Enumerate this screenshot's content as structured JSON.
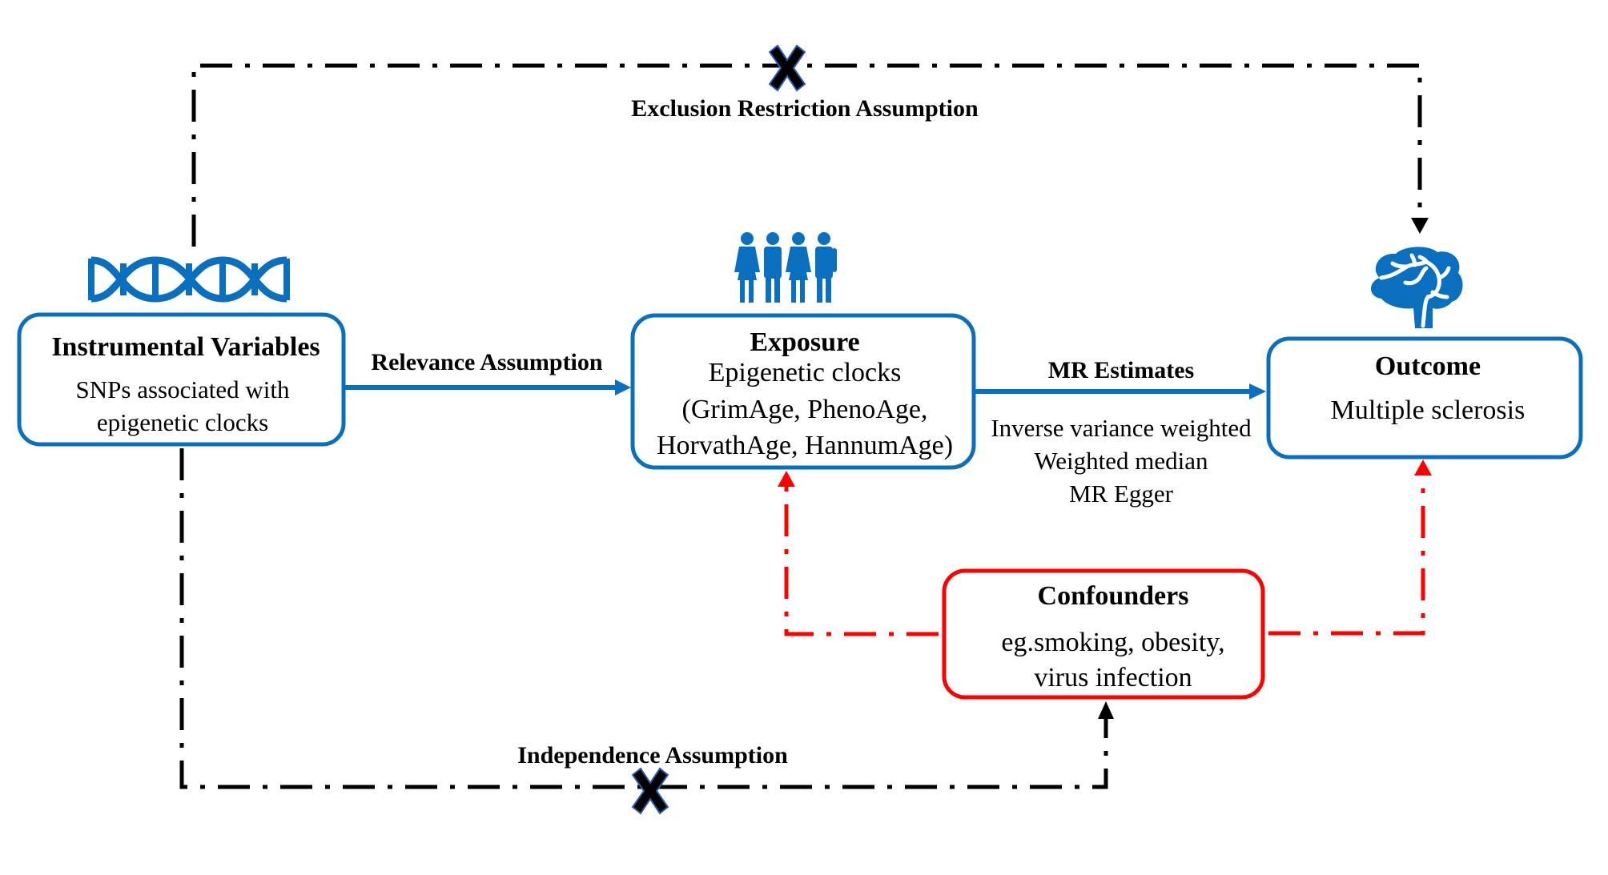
{
  "diagram": {
    "type": "mendelian-randomization-framework",
    "colors": {
      "primary_blue": "#0b6fbf",
      "confounder_red": "#ff0000",
      "assumption_black": "#000000"
    },
    "nodes": {
      "instrumental_variables": {
        "title": "Instrumental Variables",
        "line1": "SNPs associated with",
        "line2": "epigenetic clocks",
        "icon": "dna-icon"
      },
      "exposure": {
        "title": "Exposure",
        "line1": "Epigenetic clocks",
        "line2": "(GrimAge, PhenoAge,",
        "line3": "HorvathAge, HannumAge)",
        "icon": "people-icon"
      },
      "outcome": {
        "title": "Outcome",
        "line1": "Multiple sclerosis",
        "icon": "brain-icon"
      },
      "confounders": {
        "title": "Confounders",
        "line1": "eg.smoking, obesity,",
        "line2": "virus infection"
      }
    },
    "edges": {
      "relevance": {
        "label": "Relevance Assumption",
        "from": "instrumental_variables",
        "to": "exposure",
        "style": "solid-blue"
      },
      "mr_estimates": {
        "label": "MR Estimates",
        "methods": [
          "Inverse variance weighted",
          "Weighted median",
          "MR Egger"
        ],
        "from": "exposure",
        "to": "outcome",
        "style": "solid-blue"
      },
      "exclusion_restriction": {
        "label": "Exclusion Restriction Assumption",
        "from": "instrumental_variables",
        "to": "outcome",
        "style": "dash-dot-black",
        "blocked": true
      },
      "independence": {
        "label": "Independence Assumption",
        "from": "instrumental_variables",
        "to": "confounders",
        "style": "dash-dot-black",
        "blocked": true
      },
      "confounder_to_exposure": {
        "from": "confounders",
        "to": "exposure",
        "style": "dash-dot-red"
      },
      "confounder_to_outcome": {
        "from": "confounders",
        "to": "outcome",
        "style": "dash-dot-red"
      }
    },
    "markers": {
      "blocked_icon": "cross-x-icon"
    }
  }
}
